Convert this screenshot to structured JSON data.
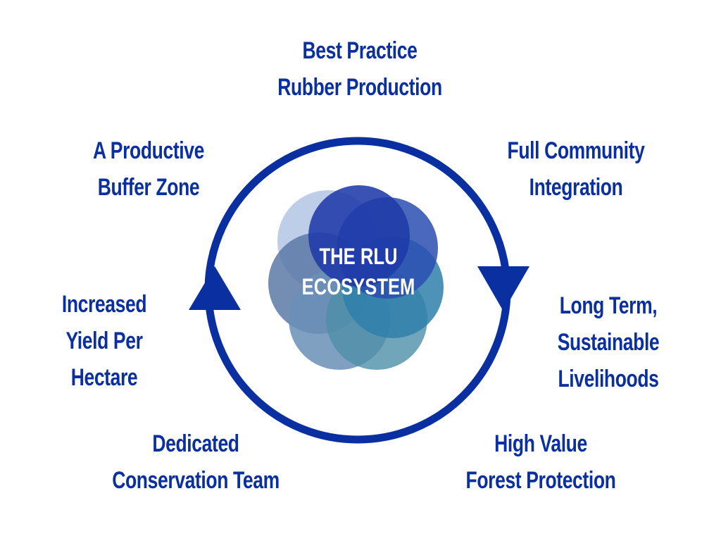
{
  "center": {
    "line1": "THE RLU",
    "line2": "ECOSYSTEM"
  },
  "colors": {
    "label": "#0a2fa0",
    "ring": "#0a2fa0",
    "petal_light": "#b7c9e6",
    "petal_dark": "#1f3aa8",
    "petal_teal": "#3f86a4",
    "petal_slate": "#5c79a6"
  },
  "labels": {
    "top": [
      "Best Practice",
      "Rubber Production"
    ],
    "upper_right": [
      "Full Community",
      "Integration"
    ],
    "right": [
      "Long Term,",
      "Sustainable",
      "Livelihoods"
    ],
    "lower_right": [
      "High Value",
      "Forest Protection"
    ],
    "lower_left": [
      "Dedicated",
      "Conservation Team"
    ],
    "left": [
      "Increased",
      "Yield Per",
      "Hectare"
    ],
    "upper_left": [
      "A Productive",
      "Buffer Zone"
    ]
  }
}
